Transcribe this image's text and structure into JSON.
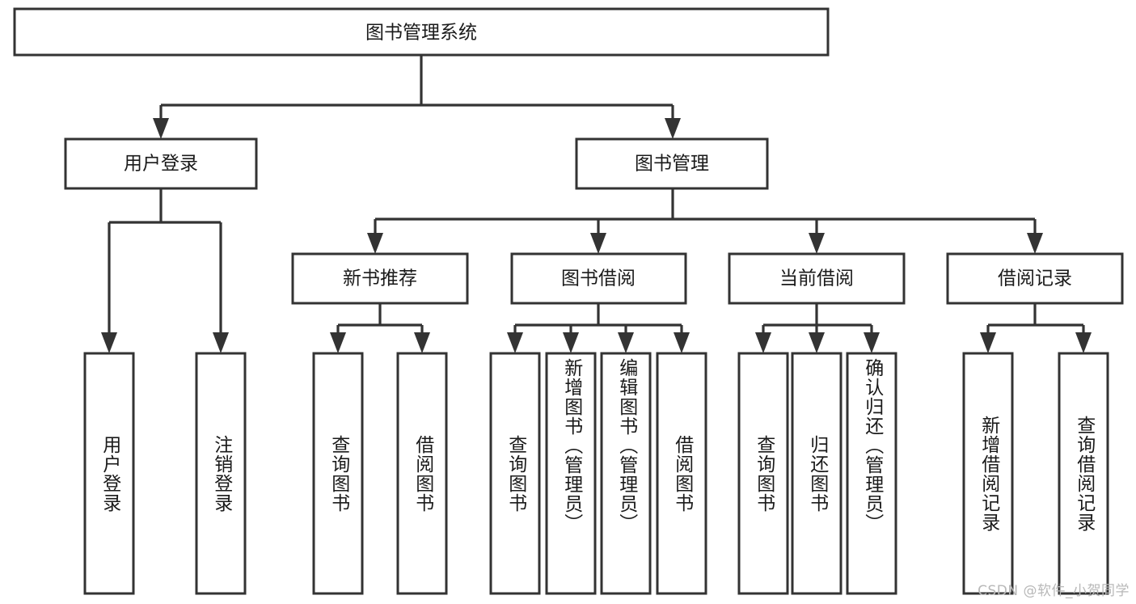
{
  "diagram": {
    "title": "图书管理系统",
    "type": "hierarchy-tree",
    "watermark": "CSDN @软件_小贺同学",
    "colors": {
      "stroke": "#333333",
      "fill": "#ffffff",
      "text": "#1a1a1a",
      "watermark": "#b8b8b8"
    },
    "root": {
      "label": "图书管理系统"
    },
    "level2": [
      {
        "label": "用户登录"
      },
      {
        "label": "图书管理"
      }
    ],
    "level3": [
      {
        "label": "新书推荐"
      },
      {
        "label": "图书借阅"
      },
      {
        "label": "当前借阅"
      },
      {
        "label": "借阅记录"
      }
    ],
    "leaves": {
      "user_login": [
        {
          "label": "用户登录"
        },
        {
          "label": "注销登录"
        }
      ],
      "new_book": [
        {
          "label": "查询图书"
        },
        {
          "label": "借阅图书"
        }
      ],
      "book_borrow": [
        {
          "label": "查询图书"
        },
        {
          "label": "新增图书（管理员）"
        },
        {
          "label": "编辑图书（管理员）"
        },
        {
          "label": "借阅图书"
        }
      ],
      "current_borrow": [
        {
          "label": "查询图书"
        },
        {
          "label": "归还图书"
        },
        {
          "label": "确认归还（管理员）"
        }
      ],
      "borrow_record": [
        {
          "label": "新增借阅记录"
        },
        {
          "label": "查询借阅记录"
        }
      ]
    }
  }
}
